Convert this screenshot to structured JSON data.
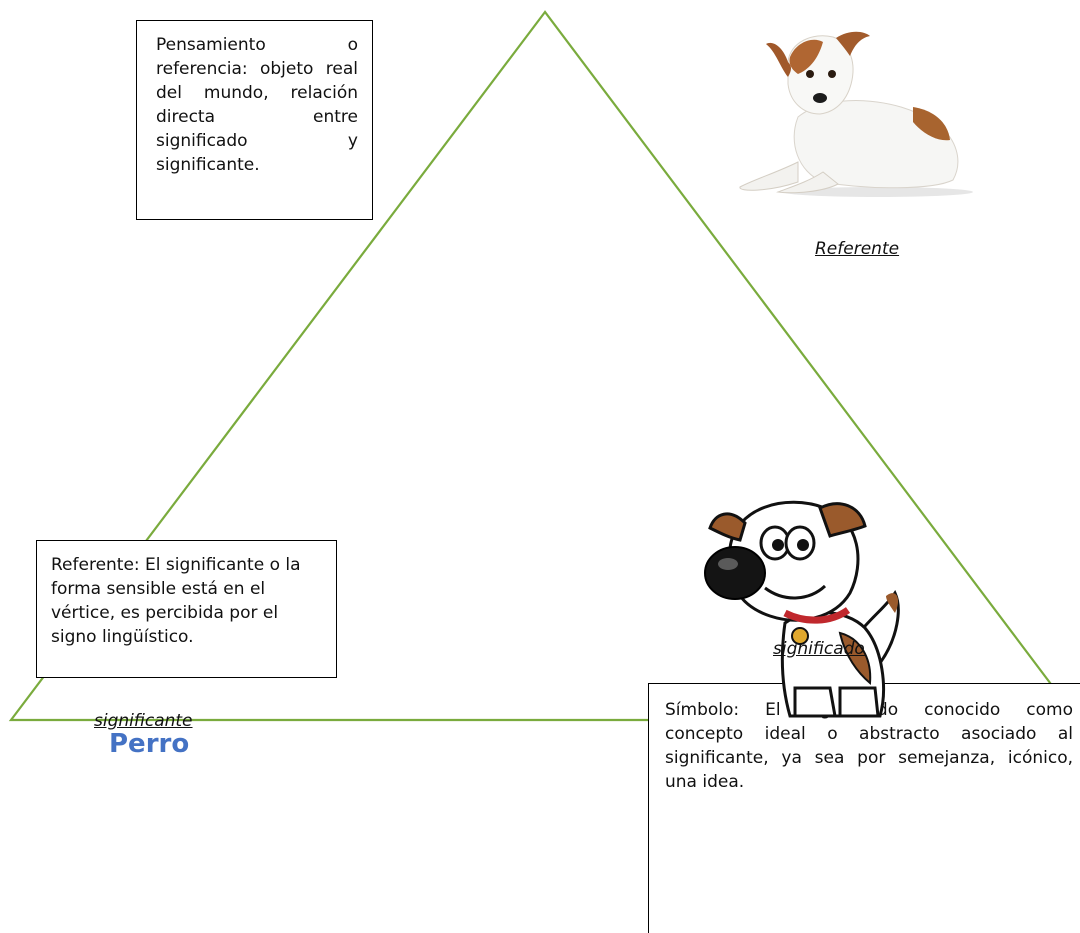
{
  "diagram": {
    "colors": {
      "triangle": "#7aab3d",
      "word": "#4472c4",
      "border": "#000000"
    },
    "box_pensamiento": "Pensamiento o referencia: objeto real del mundo, relación directa entre significado y significante.",
    "box_referente": "Referente: El significante o la forma sensible está en el vértice, es percibida por el signo lingüístico.",
    "box_simbolo": "Símbolo: El significado conocido como concepto ideal o abstracto asociado al significante, ya sea por semejanza, icónico, una idea.",
    "caption_referente": "Referente",
    "caption_significado": "significado",
    "caption_significante": "significante",
    "word": "Perro",
    "images": {
      "real_dog": "photo-of-dog-icon",
      "cartoon_dog": "cartoon-dog-icon"
    }
  }
}
